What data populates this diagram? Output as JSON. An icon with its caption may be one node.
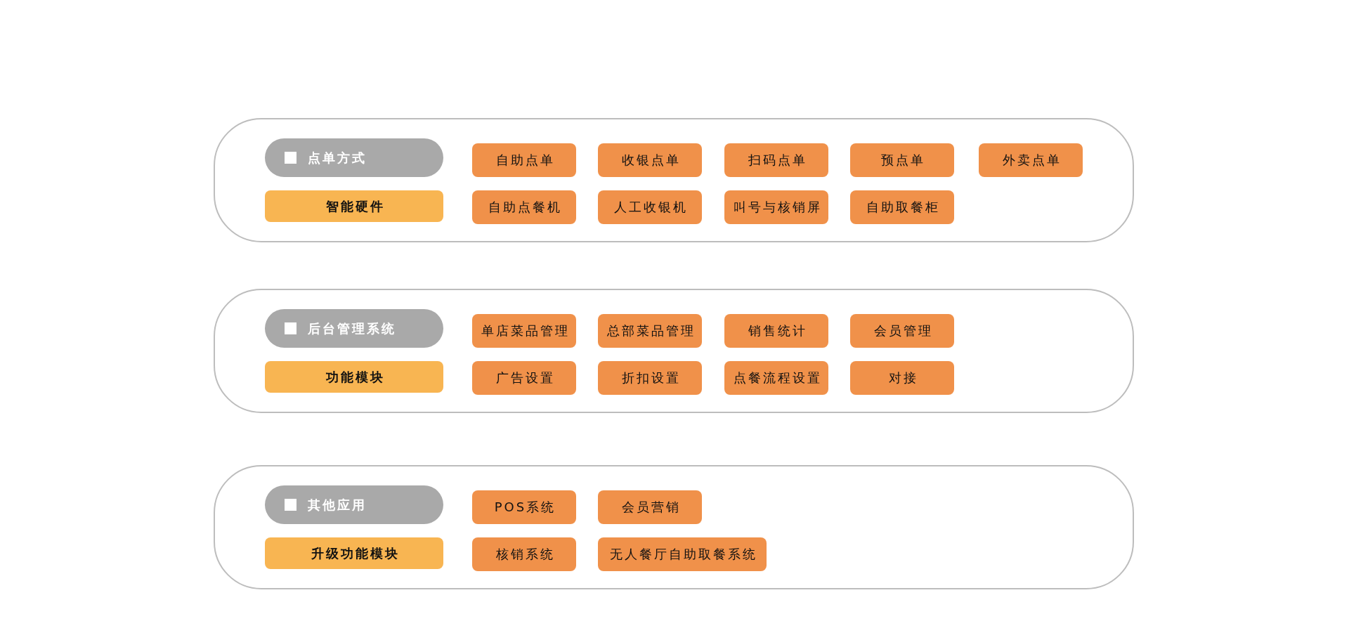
{
  "diagram": {
    "nodes": [
      {
        "text": [],
        "shape": "box"
      },
      {
        "text": [
          "点单方式"
        ],
        "in": 0
      },
      {
        "text": [
          "自助点单"
        ],
        "in": 0
      },
      {
        "text": [
          "收银点单"
        ],
        "in": 0
      },
      {
        "text": [
          "扫码点单"
        ],
        "in": 0
      },
      {
        "text": [
          "预点单"
        ],
        "in": 0
      },
      {
        "text": [
          "外卖点单"
        ],
        "in": 0
      },
      {
        "text": [
          "智能硬件"
        ],
        "in": 0
      },
      {
        "text": [
          "自助点餐机"
        ],
        "in": 0
      },
      {
        "text": [
          "人工收银机"
        ],
        "in": 0
      },
      {
        "text": [
          "叫号与核销屏"
        ],
        "in": 0
      },
      {
        "text": [
          "自助取餐柜"
        ],
        "in": 0
      },
      {
        "text": [],
        "shape": "box"
      },
      {
        "text": [
          "后台管理系统"
        ],
        "in": 12
      },
      {
        "text": [
          "单店菜品管理"
        ],
        "in": 12
      },
      {
        "text": [
          "总部菜品管理"
        ],
        "in": 12
      },
      {
        "text": [
          "销售统计"
        ],
        "in": 12
      },
      {
        "text": [
          "会员管理"
        ],
        "in": 12
      },
      {
        "text": [
          "功能模块"
        ],
        "in": 12
      },
      {
        "text": [
          "广告设置"
        ],
        "in": 12
      },
      {
        "text": [
          "折扣设置"
        ],
        "in": 12
      },
      {
        "text": [
          "点餐流程设置"
        ],
        "in": 12
      },
      {
        "text": [
          "对接"
        ],
        "in": 12
      },
      {
        "text": [],
        "shape": "box"
      },
      {
        "text": [
          "其他应用"
        ],
        "in": 23
      },
      {
        "text": [
          "POS系统"
        ],
        "in": 23
      },
      {
        "text": [
          "会员营销"
        ],
        "in": 23
      },
      {
        "text": [
          "升级功能模块"
        ],
        "in": 23
      },
      {
        "text": [
          "核销系统"
        ],
        "in": 23
      },
      {
        "text": [
          "无人餐厅自助取餐系统"
        ],
        "in": 23
      }
    ]
  }
}
